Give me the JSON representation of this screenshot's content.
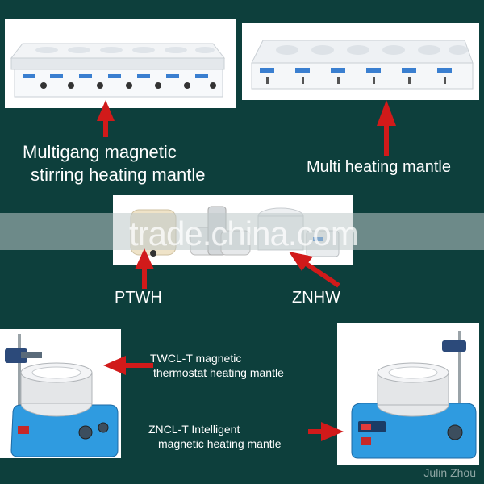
{
  "labels": {
    "multigang": [
      "Multigang magnetic",
      "stirring heating mantle"
    ],
    "multi": "Multi heating mantle",
    "ptwh": "PTWH",
    "znhw": "ZNHW",
    "twcl": [
      "TWCL-T magnetic",
      "thermostat heating mantle"
    ],
    "zncl": [
      "ZNCL-T Intelligent",
      "magnetic heating mantle"
    ]
  },
  "watermark": "trade.china.com",
  "signature": "Julin Zhou",
  "colors": {
    "background": "#0d3f3c",
    "arrow": "#d11a1a",
    "device_blue": "#2f9be0"
  }
}
